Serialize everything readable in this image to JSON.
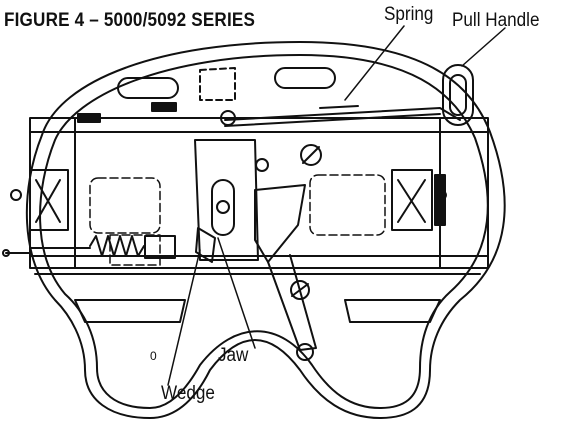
{
  "figure": {
    "title": "FIGURE 4 –  5000/5092 SERIES",
    "callouts": {
      "spring": "Spring",
      "pull_handle": "Pull Handle",
      "jaw": "Jaw",
      "wedge": "Wedge"
    }
  },
  "colors": {
    "line": "#111111",
    "background": "#ffffff"
  }
}
